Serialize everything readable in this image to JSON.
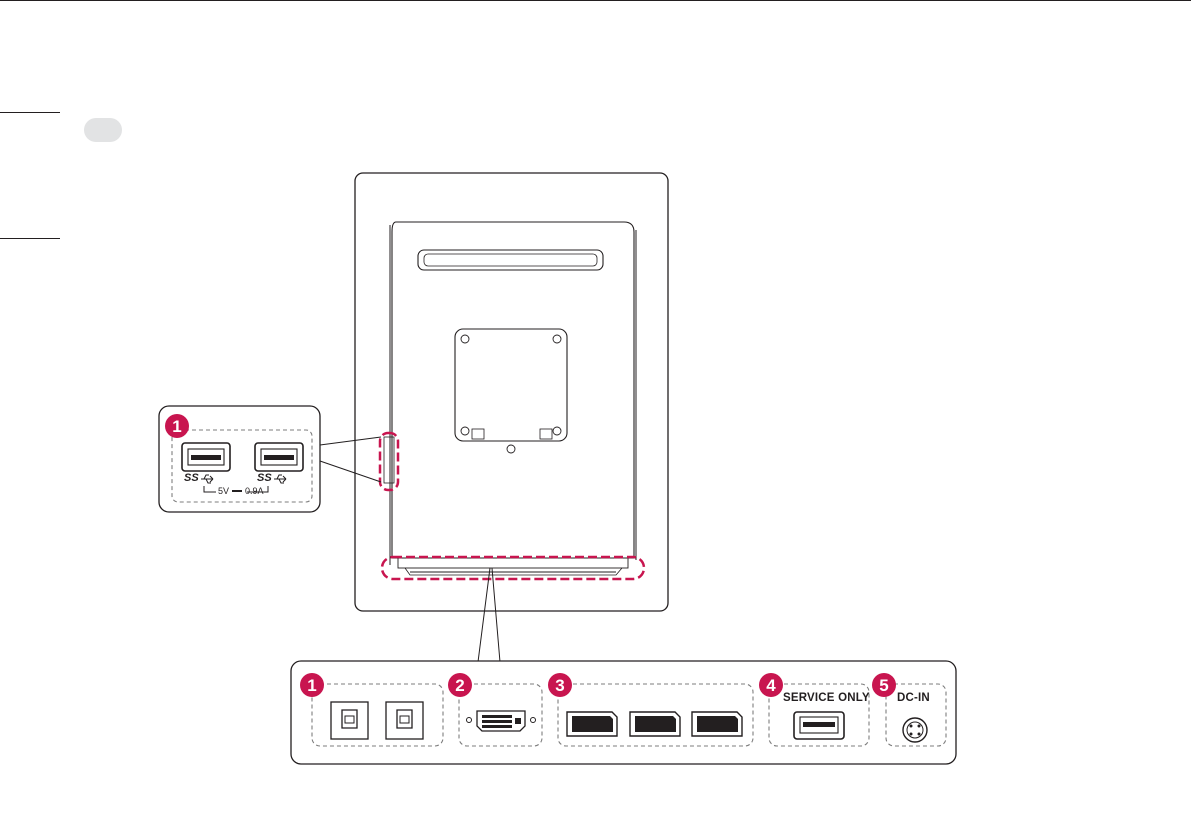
{
  "callouts": {
    "side_panel": {
      "number": "1"
    },
    "bottom_panel": [
      {
        "number": "1"
      },
      {
        "number": "2"
      },
      {
        "number": "3"
      },
      {
        "number": "4"
      },
      {
        "number": "5"
      }
    ]
  },
  "labels": {
    "ss_left": "SS",
    "ss_right": "SS",
    "voltage": "5V",
    "current": "0.9A",
    "service_only": "SERVICE ONLY",
    "dc_in": "DC-IN"
  },
  "colors": {
    "accent": "#c8154f",
    "line": "#231f20",
    "dashed": "#7d7d7d",
    "tab": "#e2e3e4"
  }
}
